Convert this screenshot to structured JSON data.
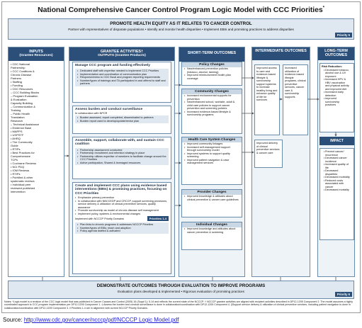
{
  "title": "National Comprehensive Cancer Control Program Logic Model with CCC Priorities",
  "title_mark": "*",
  "top_banner": {
    "heading": "PROMOTE HEALTH EQUITY AS IT RELATES TO CANCER CONTROL",
    "subtext": "Partner with representatives of disparate populations  •  Identify and monitor health disparities  •  Implement EBIs and promising practices to address disparities",
    "priority": "Priority 5"
  },
  "inputs": {
    "heading": "INPUTS",
    "subheading": "(Grantee Resources)",
    "items": [
      "• CDC National",
      "  Partnership",
      "• CCC Coalitions &",
      "  Chronic Disease",
      "  Partners",
      "• Staffing",
      "• Funding",
      "• CDC Resources",
      "  – CCC Building Blocks",
      "  – Program Evaluation",
      "    & Evaluation",
      "    Capacity Building",
      "  – Communication &",
      "    Training",
      "  – Public Health",
      "    Translation",
      "    Research",
      "  – Technical Assistance",
      "• Evidence Base",
      "  • MAPPS",
      "  • USPSTF",
      "  • AHRQ",
      "  • The Community",
      "    Guide",
      "  • RTIPs",
      "  • Best Practices for",
      "    Comprehensive",
      "    TCPs",
      "  • Cochrane Reviews",
      "  • NCI PDQ",
      "  • IOM Reviews",
      "  • RTIPs",
      "  • PubMed & other",
      "    systematic reviews",
      "  • Individual peer",
      "    reviewed published",
      "    intervention"
    ]
  },
  "grantee": {
    "heading": "GRANTEE ACTIVITIES",
    "heading_mark": "†",
    "subheading": "OUTPUTS (Grantee Products)",
    "activities": [
      {
        "title": "Manage CCC program and funding effectively",
        "bullets": [
          "Dedicated staff with expertise needed to implement CCC Priorities",
          "Implementation and coordination of communication plan",
          "Responsiveness to CDC fiscal and program reporting requirements",
          "Number/types of trainings and TA participated in and offered to staff and partners"
        ]
      },
      {
        "title": "Assess burden and conduct surveillance",
        "subtitle": "In collaboration with NPCR",
        "bullets": [
          "Burden assessed, report completed, disseminated to partners",
          "Burden report used to develop/update/revise plan"
        ]
      },
      {
        "title": "Assemble, support, collaborate with, and sustain CCC coalition",
        "bullets": [
          "Partnership assessment conducted",
          "Partnership recruitment and retention strategy in place",
          "Partnership utilizes expertise of members to facilitate change around the CCC Priorities",
          "Active participation, Shared & leveraged resources"
        ]
      },
      {
        "title": "Create and implement CCC plans using evidence based interventions (EBIs) & promising practices, focusing on CCC Priorities",
        "bullets": [
          "Emphasize primary prevention",
          "In collaboration with NBCCEDP and CRCCP, support screening provisions, service delivery & utilization of clinical preventive services, quality assurance",
          "Promote survivorship as model of chronic disease self management",
          "Implement policy, systems & environmental changes"
        ],
        "note": "Implement with NCCCP Priority Domains",
        "priority": "Priorities 1-4",
        "inner_bullets": [
          "Plan links to chronic programs & addresses NCCCP Priorities",
          "Number/types of EBIs; reach and adoption",
          "Policy agenda drafted & activated"
        ]
      }
    ]
  },
  "short_term": {
    "heading": "SHORT-TERM OUTCOMES",
    "groups": [
      {
        "heading": "Policy Changes",
        "bullets": [
          "New/enhanced prevention policies (tobacco, alcohol, tanning)",
          "Improved reimbursement health plan coverage"
        ]
      },
      {
        "heading": "Community Changes",
        "bullets": [
          "Increased environmental supports for prevention",
          "New/enhanced school, worksite, adult & child care policies to support cancer prevention and screening policies",
          "Increased evidence-based lifestyle & survivorship programs"
        ]
      },
      {
        "heading": "Health Care System Changes",
        "bullets": [
          "Improved community linkages",
          "Increased self-management support through survivorship model",
          "Improved systems to support quality screening",
          "Improved patient navigation & case management services"
        ]
      },
      {
        "heading": "Provider Changes",
        "bullets": [
          "Improved knowledge & attitudes about clinical preventive & cancer care guidelines"
        ]
      },
      {
        "heading": "Individual Changes",
        "bullets": [
          "Improved knowledge and attitudes about cancer prevention & screening"
        ]
      }
    ]
  },
  "intermediate": {
    "heading": "INTERMEDIATE OUTCOMES",
    "boxes": [
      "Improved access to care and evidence-based lifestyle & survivorship support systems to increase healthy living and enhance quality of life for survivors",
      "Increased utilization of evidence-based lifestyle programs, clinical preventive services, cancer care & survivorship supports",
      "Improved delivery of clinical preventive services & cancer care"
    ]
  },
  "long_term": {
    "heading": "LONG-TERM OUTCOMES",
    "risk_heading": "Risk Reduction:",
    "risk_items": [
      "Decreased tobacco, alcohol use & UV exposure",
      "Increased HPV & HBV vaccination and physical activity and improved diet",
      "Increased early detection",
      "Improved survivorship practices"
    ],
    "impact_heading": "IMPACT",
    "impact_items": [
      "Prevent cancer/ recurrence",
      "Decreased cancer incidence",
      "Increased quality of life",
      "Decreased disparities",
      "Decreased morbidity",
      "Reduced costs associated with cancer",
      "Decreased mortality"
    ]
  },
  "bottom_banner": {
    "heading": "DEMONSTRATE OUTCOMES THROUGH EVALUATION TO IMPROVE PROGRAMS",
    "subtext": "Evaluation plans developed & implemented  •  Rigorous evaluation of promising practices",
    "priority": "Priority 6"
  },
  "notes": "Notes: *Logic model is a revision of the CCC logic model that was published in Cancer Causes and Control (2005) 16 (Suppl 1): 5-14 and reflects the current state of the NCCCP. † NCCCP grantee activities are aligned with recipient activities described in DP12-1205 Component 2. The model assumes a highly coordinated approach to CCC program implementation per DP12-1205 Component 1. ‡ Assess the burden and conduct surveillance is done in collaboration/coordination with DP12-1205 Component 4. §Support service delivery & utilization of clinical preventive services, including patient navigation is done in collaboration/coordination with DP12-1205 Component 3. ‖ Priorities 1-4 are in alignment with current NCCCP Priority Domains.",
  "source": {
    "label": "Source:",
    "url": "http://www.cdc.gov/cancer/ncccp/pdf/NCCCP Logic Model.pdf"
  }
}
